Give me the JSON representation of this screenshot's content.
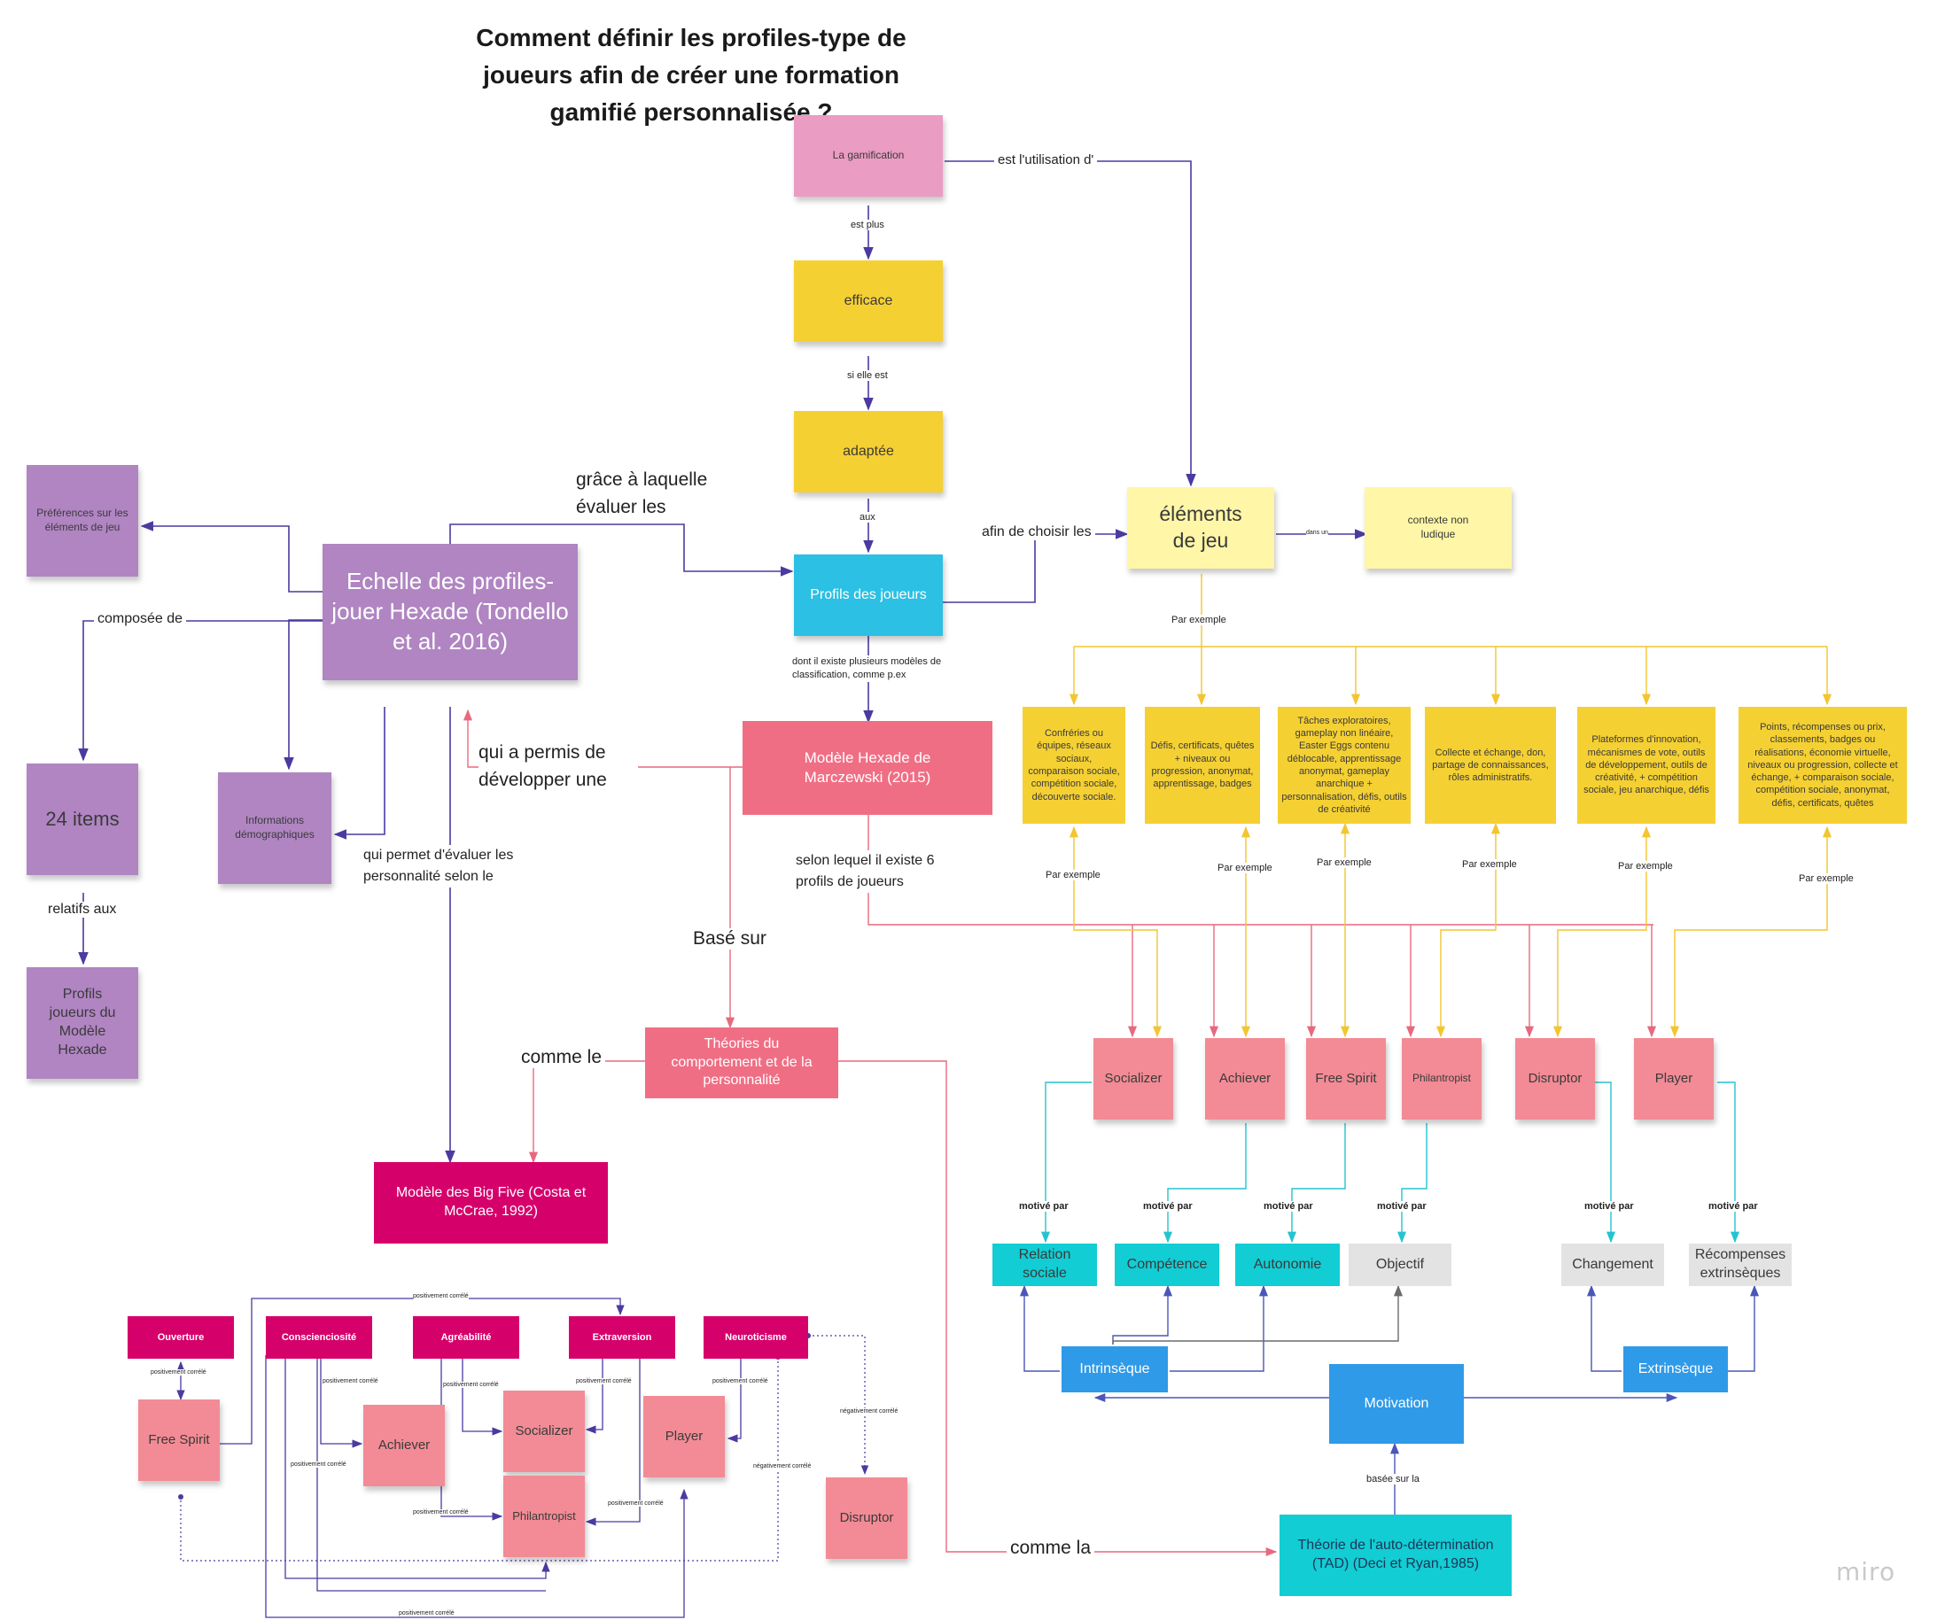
{
  "title": "Comment définir les profiles-type de joueurs afin de créer une formation gamifié personnalisée ?",
  "notes": {
    "gamification": "La gamification",
    "efficace": "efficace",
    "adaptee": "adaptée",
    "profils_joueurs": "Profils des joueurs",
    "elements_jeu": "éléments de jeu",
    "contexte": "contexte non ludique",
    "preferences": "Préférences sur les éléments de jeu",
    "echelle": "Echelle des profiles-jouer Hexade (Tondello et al. 2016)",
    "items24": "24 items",
    "infos_demo": "Informations démographiques",
    "profils_hexade": "Profils joueurs du Modèle Hexade",
    "modele_hexade": "Modèle Hexade de Marczewski (2015)",
    "theories": "Théories du comportement et de la personnalité",
    "big_five": "Modèle des Big Five (Costa et McCrae, 1992)",
    "ex_social": "Confréries ou équipes, réseaux sociaux, comparaison sociale, compétition sociale, découverte sociale.",
    "ex_defis": "Défis, certificats, quêtes + niveaux ou progression, anonymat, apprentissage, badges",
    "ex_taches": "Tâches exploratoires, gameplay non linéaire, Easter Eggs contenu déblocable, apprentissage anonymat, gameplay anarchique + personnalisation, défis, outils de créativité",
    "ex_collecte": "Collecte et échange, don, partage de connaissances, rôles administratifs.",
    "ex_plateformes": "Plateformes d'innovation, mécanismes de vote, outils de développement, outils de créativité, + compétition sociale, jeu anarchique, défis",
    "ex_points": "Points, récompenses ou prix, classements, badges ou réalisations, économie virtuelle, niveaux ou progression, collecte et échange, + comparaison sociale, compétition sociale, anonymat, défis, certificats, quêtes",
    "socializer": "Socializer",
    "achiever": "Achiever",
    "free_spirit": "Free Spirit",
    "philantropist": "Philantropist",
    "disruptor": "Disruptor",
    "player": "Player",
    "relation_sociale": "Relation sociale",
    "competence": "Compétence",
    "autonomie": "Autonomie",
    "objectif": "Objectif",
    "changement": "Changement",
    "recompenses": "Récompenses extrinsèques",
    "intrinseque": "Intrinsèque",
    "extrinseque": "Extrinsèque",
    "motivation": "Motivation",
    "tad": "Théorie de l'auto-détermination (TAD) (Deci et Ryan,1985)",
    "ouverture": "Ouverture",
    "conscienciosite": "Conscienciosité",
    "agreabilite": "Agréabilité",
    "extraversion": "Extraversion",
    "neuroticisme": "Neuroticisme",
    "b_free_spirit": "Free Spirit",
    "b_achiever": "Achiever",
    "b_socializer": "Socializer",
    "b_philantropist": "Philantropist",
    "b_player": "Player",
    "b_disruptor": "Disruptor"
  },
  "labels": {
    "est_utilisation": "est l'utilisation d'",
    "est_plus": "est plus",
    "si_elle_est": "si elle est",
    "aux": "aux",
    "afin_de_choisir": "afin de choisir les",
    "dans_un": "dans un",
    "par_exemple_top": "Par exemple",
    "grace_a": "grâce à laquelle évaluer les",
    "composee_de": "composée de",
    "relatifs_aux": "relatifs aux",
    "qui_permet": "qui permet d'évaluer les personnalité selon le",
    "qui_a_permis": "qui a permis de développer une",
    "dont_il_existe": "dont il existe plusieurs modèles de classification, comme p.ex",
    "selon_lequel": "selon lequel il existe 6 profils de joueurs",
    "base_sur": "Basé sur",
    "comme_le": "comme le",
    "comme_la": "comme la",
    "basee_sur_la": "basée sur la",
    "par_exemple": "Par exemple",
    "motive_par": "motivé par",
    "positivement_correle": "positivement corrélé",
    "negativement_correle": "négativement corrélé"
  },
  "watermark": "miro",
  "colors": {
    "purple_arrow": "#4b3aa0",
    "red_arrow": "#e8697e",
    "yellow_arrow": "#f2c531",
    "teal_arrow": "#26c3cf",
    "blue_arrow": "#4b56b8",
    "grey_arrow": "#6b6b6b"
  }
}
